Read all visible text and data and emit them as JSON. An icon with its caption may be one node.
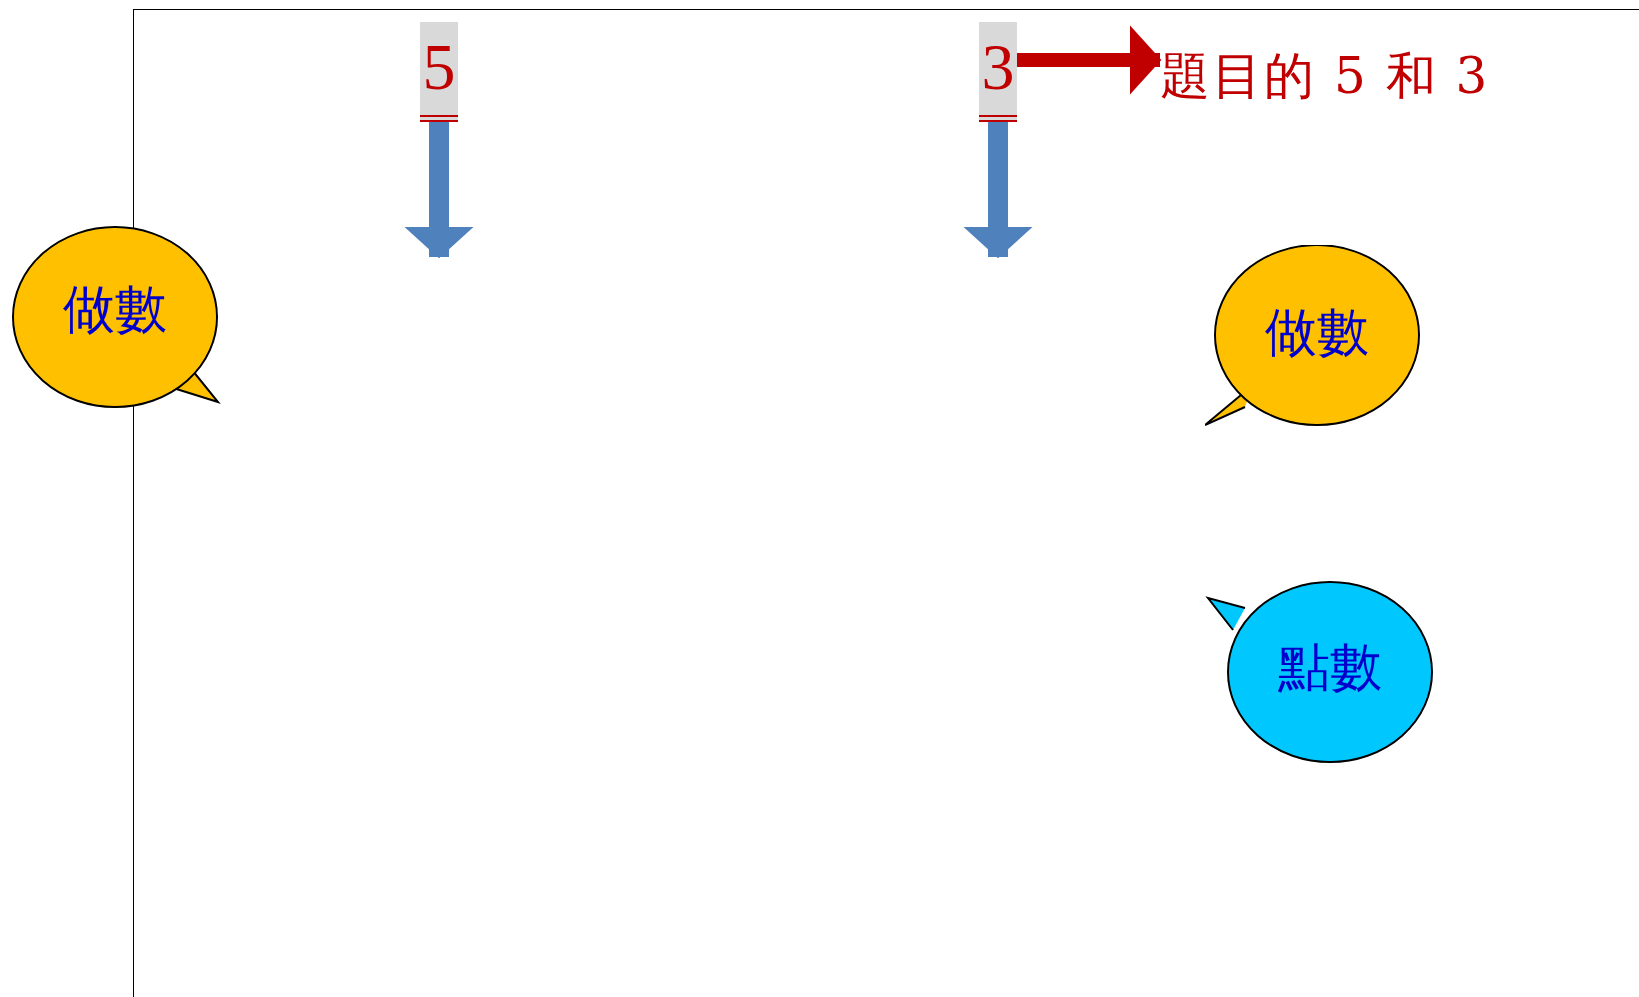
{
  "diagram": {
    "nodes": [
      {
        "text": [
          "5"
        ]
      },
      {
        "text": [
          "3"
        ]
      },
      {
        "text": [
          "題目的 5 和 3"
        ]
      },
      {
        "text": [
          "做數"
        ]
      },
      {
        "text": [
          "做數"
        ]
      },
      {
        "text": [
          "點數"
        ]
      }
    ],
    "edges": [
      {
        "from": 0,
        "to": null,
        "arrow": "to"
      },
      {
        "from": 1,
        "to": null,
        "arrow": "to"
      },
      {
        "from": 1,
        "to": 2,
        "arrow": "to",
        "color": "#c00000"
      }
    ]
  }
}
